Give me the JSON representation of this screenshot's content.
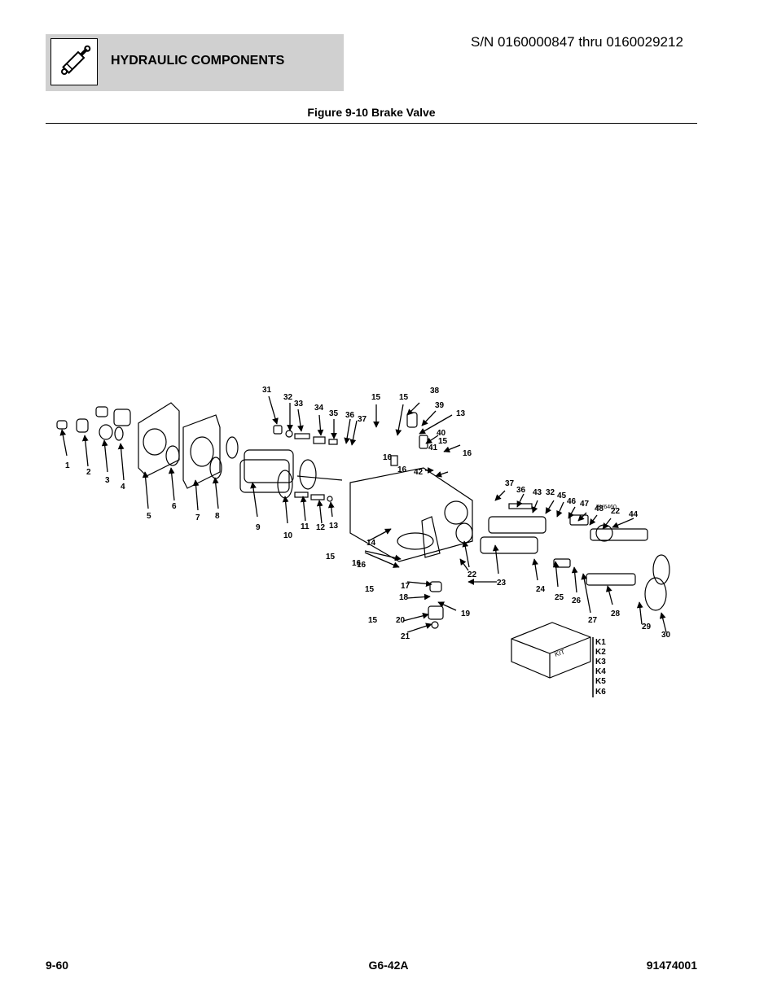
{
  "header": {
    "section_title": "HYDRAULIC COMPONENTS",
    "serial_range": "S/N 0160000847 thru 0160029212",
    "icon": "hydraulic-cylinder-icon"
  },
  "figure": {
    "title": "Figure 9-10 Brake Valve",
    "ref_code": "PY6460",
    "kit_box_label": "KIT",
    "kit_items": [
      "K1",
      "K2",
      "K3",
      "K4",
      "K5",
      "K6"
    ],
    "callouts": [
      "1",
      "2",
      "3",
      "4",
      "5",
      "6",
      "7",
      "8",
      "9",
      "10",
      "11",
      "12",
      "13",
      "14",
      "15",
      "16",
      "17",
      "18",
      "19",
      "20",
      "21",
      "22",
      "23",
      "24",
      "25",
      "26",
      "27",
      "28",
      "29",
      "30",
      "31",
      "32",
      "33",
      "34",
      "35",
      "36",
      "37",
      "38",
      "39",
      "40",
      "41",
      "42",
      "43",
      "44",
      "45",
      "46",
      "47",
      "48"
    ]
  },
  "footer": {
    "page_number": "9-60",
    "model": "G6-42A",
    "doc_number": "91474001"
  }
}
